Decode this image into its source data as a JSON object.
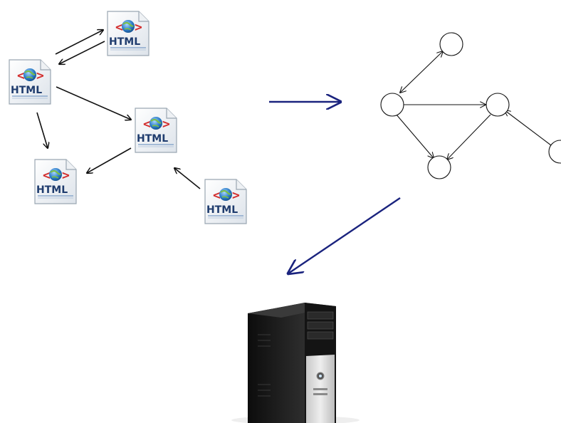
{
  "documents": [
    {
      "id": "doc-top",
      "label": "HTML"
    },
    {
      "id": "doc-left",
      "label": "HTML"
    },
    {
      "id": "doc-middle",
      "label": "HTML"
    },
    {
      "id": "doc-bottom-left",
      "label": "HTML"
    },
    {
      "id": "doc-bottom-right",
      "label": "HTML"
    }
  ],
  "graph": {
    "node_count": 5,
    "edge_count": 5
  },
  "process_arrows": [
    "documents-to-graph",
    "graph-to-computer"
  ],
  "icons": {
    "document": "html-document-icon",
    "globe": "globe-icon",
    "computer": "computer-tower-icon"
  },
  "colors": {
    "process_arrow": "#1a237e",
    "link_arrow": "#111111",
    "html_text": "#1f3c6e",
    "tag_brackets": "#d32f2f",
    "globe": "#2f7fc8",
    "tower_body": "#1b1b1b",
    "tower_front": "#d6d6d6"
  }
}
